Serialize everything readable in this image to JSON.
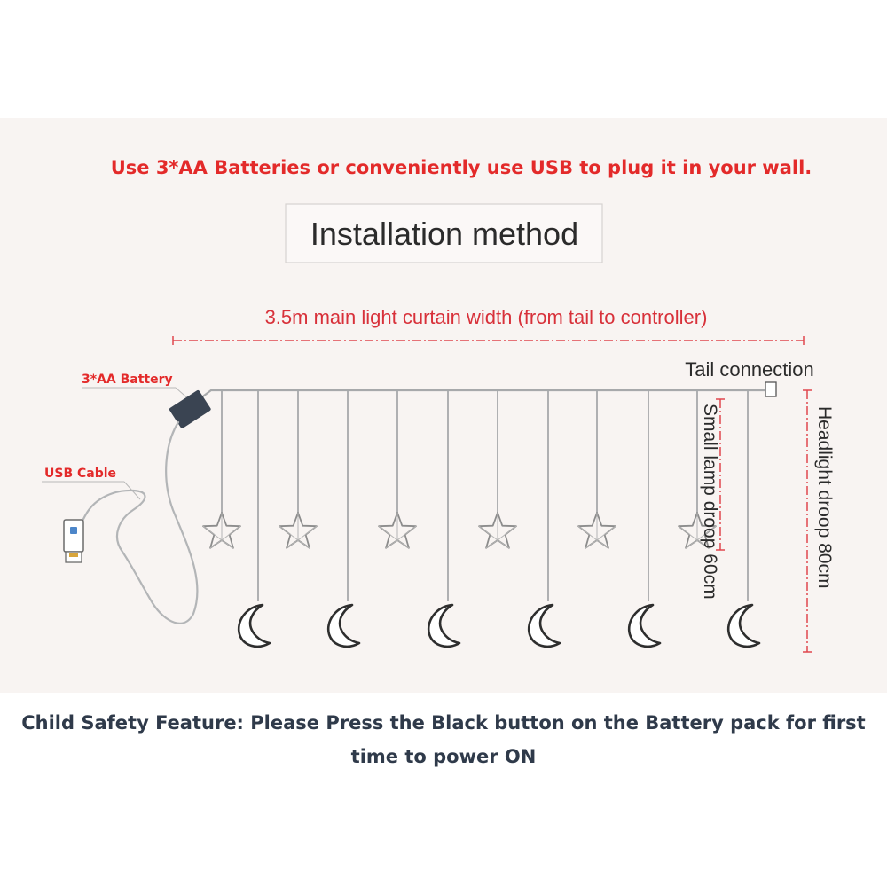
{
  "header_note": "Use 3*AA Batteries or conveniently use USB to plug it in your wall.",
  "title": "Installation method",
  "width_label": "3.5m main light curtain width (from tail to controller)",
  "tail_label": "Tail connection",
  "battery_label": "3*AA Battery",
  "usb_label": "USB Cable",
  "small_droop_label": "Small lamp droop 60cm",
  "head_droop_label": "Headlight droop 80cm",
  "footer_line1": "Child Safety Feature: Please Press the Black button on the Battery pack for first",
  "footer_line2": "time to power ON",
  "colors": {
    "red": "#e32a2a",
    "wire": "#a7a9ab",
    "battery": "#3a4452",
    "footer_text": "#2f3a4a"
  },
  "icons": [
    "star-icon",
    "moon-icon",
    "battery-pack-icon",
    "usb-plug-icon"
  ]
}
